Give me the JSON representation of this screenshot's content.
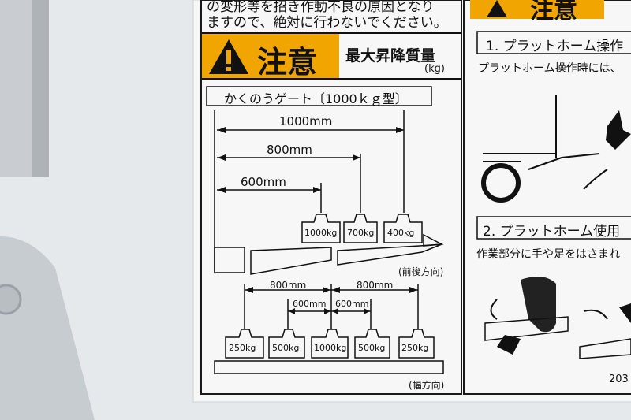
{
  "top_text": {
    "line1": "の変形等を招き作動不良の原因となり",
    "line2": "ますので、絶対に行わないでください。"
  },
  "caution": {
    "word": "注意",
    "title": "最大昇降質量",
    "unit": "(kg)"
  },
  "gate_label": "かくのうゲート〔1000ｋｇ型〕",
  "front_back": {
    "dims": [
      "1000mm",
      "800mm",
      "600mm"
    ],
    "weights": [
      "1000kg",
      "700kg",
      "400kg"
    ],
    "direction": "(前後方向)"
  },
  "width": {
    "outer_dims": [
      "800mm",
      "800mm"
    ],
    "inner_dims": [
      "600mm",
      "600mm"
    ],
    "weights": [
      "250kg",
      "500kg",
      "1000kg",
      "500kg",
      "250kg"
    ],
    "direction": "(幅方向)"
  },
  "right_panel": {
    "caution_word": "注意",
    "step1_title": "1. プラットホーム操作",
    "step1_text": "プラットホーム操作時には、",
    "step2_title": "2. プラットホーム使用",
    "step2_text": "作業部分に手や足をはさまれ",
    "code": "203"
  }
}
